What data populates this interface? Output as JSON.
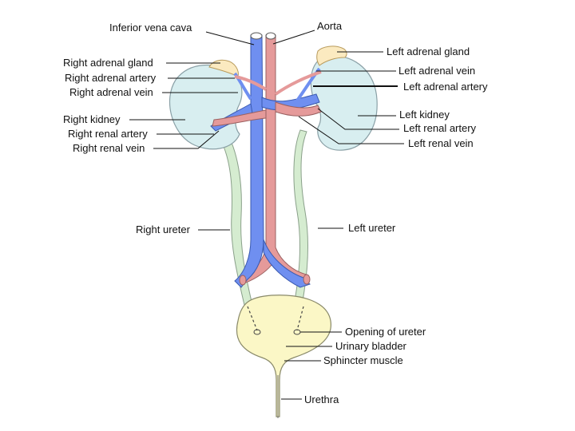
{
  "colors": {
    "kidney": "#d8eef0",
    "kidney_outline": "#8aa0a6",
    "adrenal": "#fbeac0",
    "vein": "#6f8ff0",
    "artery": "#e59a9a",
    "ureter": "#d5ecd0",
    "bladder": "#fbf7c6",
    "leader_line": "#111111"
  },
  "labels": {
    "inferior_vena_cava": "Inferior vena cava",
    "aorta": "Aorta",
    "right_adrenal_gland": "Right adrenal gland",
    "right_adrenal_artery": "Right adrenal artery",
    "right_adrenal_vein": "Right adrenal vein",
    "right_kidney": "Right kidney",
    "right_renal_artery": "Right renal artery",
    "right_renal_vein": "Right renal vein",
    "left_adrenal_gland": "Left adrenal gland",
    "left_adrenal_vein": "Left adrenal vein",
    "left_adrenal_artery": "Left adrenal artery",
    "left_kidney": "Left kidney",
    "left_renal_artery": "Left renal artery",
    "left_renal_vein": "Left renal vein",
    "right_ureter": "Right ureter",
    "left_ureter": "Left ureter",
    "opening_of_ureter": "Opening of ureter",
    "urinary_bladder": "Urinary bladder",
    "sphincter_muscle": "Sphincter muscle",
    "urethra": "Urethra"
  }
}
